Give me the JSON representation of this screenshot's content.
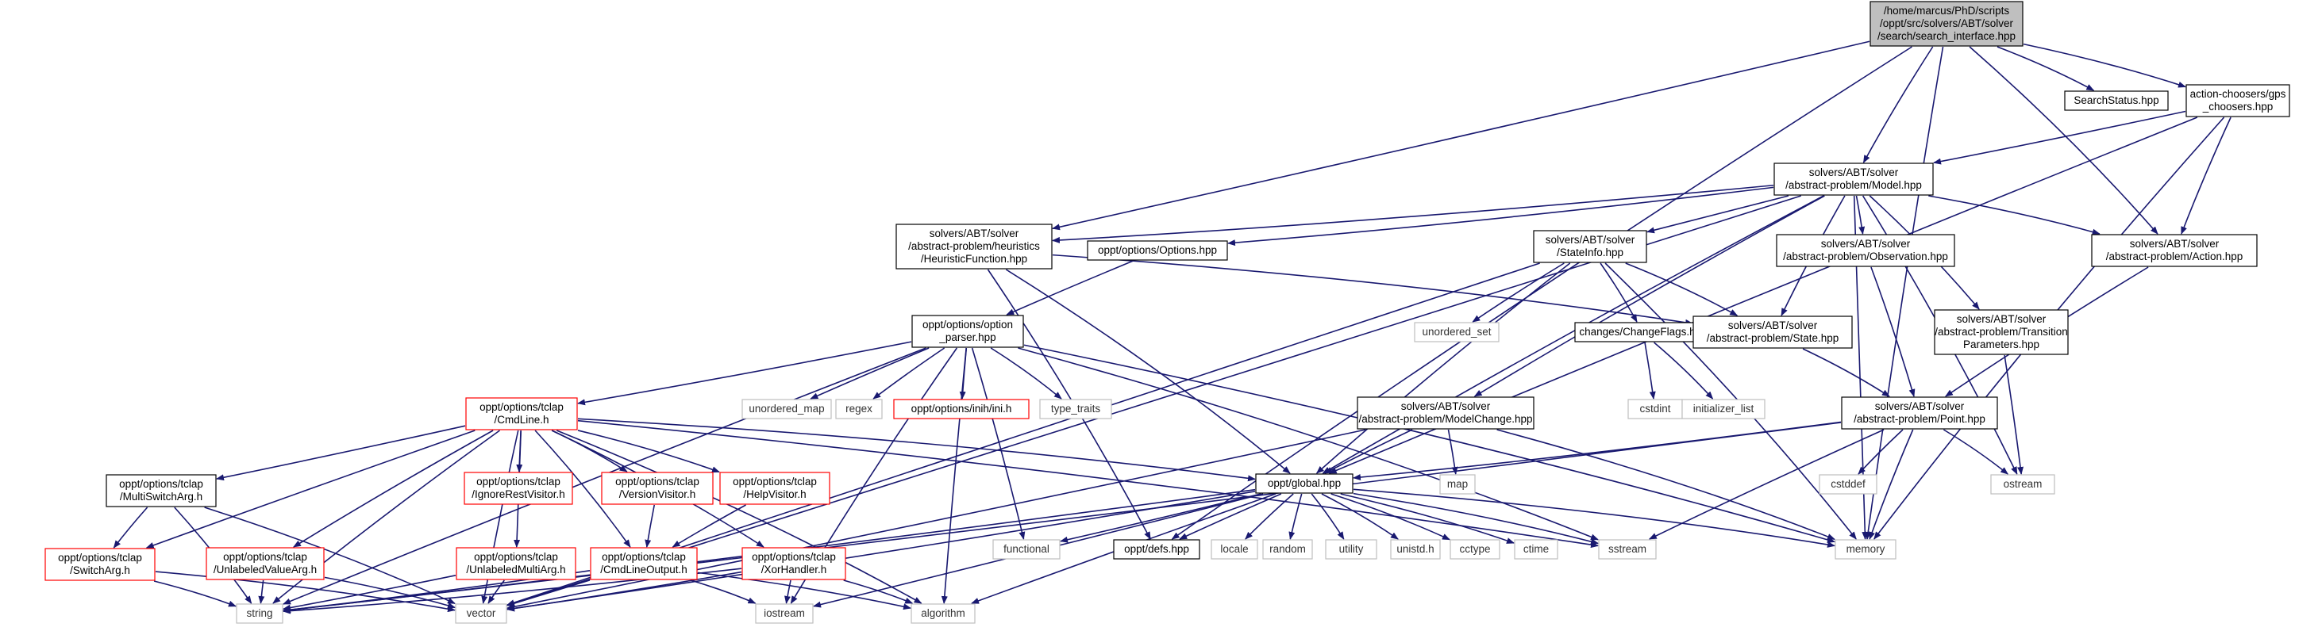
{
  "colors": {
    "edge": "#191970",
    "root_fill": "#bfbfbf",
    "project_border": "#000000",
    "missing_border": "#ff0000",
    "system_border": "#bfbfbf",
    "label_system": "#333333"
  },
  "nodes": [
    {
      "id": "root",
      "kind": "root",
      "lines": [
        "/home/marcus/PhD/scripts",
        "/oppt/src/solvers/ABT/solver",
        "/search/search_interface.hpp"
      ]
    },
    {
      "id": "search_status",
      "kind": "project",
      "lines": [
        "SearchStatus.hpp"
      ]
    },
    {
      "id": "gps_choosers",
      "kind": "project",
      "lines": [
        "action-choosers/gps",
        "_choosers.hpp"
      ]
    },
    {
      "id": "model",
      "kind": "project",
      "lines": [
        "solvers/ABT/solver",
        "/abstract-problem/Model.hpp"
      ]
    },
    {
      "id": "heuristic",
      "kind": "project",
      "lines": [
        "solvers/ABT/solver",
        "/abstract-problem/heuristics",
        "/HeuristicFunction.hpp"
      ]
    },
    {
      "id": "options",
      "kind": "project",
      "lines": [
        "oppt/options/Options.hpp"
      ]
    },
    {
      "id": "stateinfo",
      "kind": "project",
      "lines": [
        "solvers/ABT/solver",
        "/StateInfo.hpp"
      ]
    },
    {
      "id": "observation",
      "kind": "project",
      "lines": [
        "solvers/ABT/solver",
        "/abstract-problem/Observation.hpp"
      ]
    },
    {
      "id": "action",
      "kind": "project",
      "lines": [
        "solvers/ABT/solver",
        "/abstract-problem/Action.hpp"
      ]
    },
    {
      "id": "option_parser",
      "kind": "project",
      "lines": [
        "oppt/options/option",
        "_parser.hpp"
      ]
    },
    {
      "id": "unordered_set",
      "kind": "system",
      "lines": [
        "unordered_set"
      ]
    },
    {
      "id": "changeflags",
      "kind": "project",
      "lines": [
        "changes/ChangeFlags.hpp"
      ]
    },
    {
      "id": "state",
      "kind": "project",
      "lines": [
        "solvers/ABT/solver",
        "/abstract-problem/State.hpp"
      ]
    },
    {
      "id": "transition",
      "kind": "project",
      "lines": [
        "solvers/ABT/solver",
        "/abstract-problem/Transition",
        "Parameters.hpp"
      ]
    },
    {
      "id": "cmdline",
      "kind": "missing",
      "lines": [
        "oppt/options/tclap",
        "/CmdLine.h"
      ]
    },
    {
      "id": "unordered_map",
      "kind": "system",
      "lines": [
        "unordered_map"
      ]
    },
    {
      "id": "regex",
      "kind": "system",
      "lines": [
        "regex"
      ]
    },
    {
      "id": "ini",
      "kind": "missing",
      "lines": [
        "oppt/options/inih/ini.h"
      ]
    },
    {
      "id": "type_traits",
      "kind": "system",
      "lines": [
        "type_traits"
      ]
    },
    {
      "id": "modelchange",
      "kind": "project",
      "lines": [
        "solvers/ABT/solver",
        "/abstract-problem/ModelChange.hpp"
      ]
    },
    {
      "id": "cstdint",
      "kind": "system",
      "lines": [
        "cstdint"
      ]
    },
    {
      "id": "initializer_list",
      "kind": "system",
      "lines": [
        "initializer_list"
      ]
    },
    {
      "id": "point",
      "kind": "project",
      "lines": [
        "solvers/ABT/solver",
        "/abstract-problem/Point.hpp"
      ]
    },
    {
      "id": "multiswitch",
      "kind": "project",
      "lines": [
        "oppt/options/tclap",
        "/MultiSwitchArg.h"
      ]
    },
    {
      "id": "ignorerest",
      "kind": "missing",
      "lines": [
        "oppt/options/tclap",
        "/IgnoreRestVisitor.h"
      ]
    },
    {
      "id": "versionvisitor",
      "kind": "missing",
      "lines": [
        "oppt/options/tclap",
        "/VersionVisitor.h"
      ]
    },
    {
      "id": "helpvisitor",
      "kind": "missing",
      "lines": [
        "oppt/options/tclap",
        "/HelpVisitor.h"
      ]
    },
    {
      "id": "global",
      "kind": "project",
      "lines": [
        "oppt/global.hpp"
      ]
    },
    {
      "id": "map",
      "kind": "system",
      "lines": [
        "map"
      ]
    },
    {
      "id": "cstddef",
      "kind": "system",
      "lines": [
        "cstddef"
      ]
    },
    {
      "id": "ostream",
      "kind": "system",
      "lines": [
        "ostream"
      ]
    },
    {
      "id": "switcharg",
      "kind": "missing",
      "lines": [
        "oppt/options/tclap",
        "/SwitchArg.h"
      ]
    },
    {
      "id": "unlabeledvalue",
      "kind": "missing",
      "lines": [
        "oppt/options/tclap",
        "/UnlabeledValueArg.h"
      ]
    },
    {
      "id": "unlabeledmulti",
      "kind": "missing",
      "lines": [
        "oppt/options/tclap",
        "/UnlabeledMultiArg.h"
      ]
    },
    {
      "id": "cmdlineoutput",
      "kind": "missing",
      "lines": [
        "oppt/options/tclap",
        "/CmdLineOutput.h"
      ]
    },
    {
      "id": "xorhandler",
      "kind": "missing",
      "lines": [
        "oppt/options/tclap",
        "/XorHandler.h"
      ]
    },
    {
      "id": "functional",
      "kind": "system",
      "lines": [
        "functional"
      ]
    },
    {
      "id": "defs",
      "kind": "project",
      "lines": [
        "oppt/defs.hpp"
      ]
    },
    {
      "id": "locale",
      "kind": "system",
      "lines": [
        "locale"
      ]
    },
    {
      "id": "random",
      "kind": "system",
      "lines": [
        "random"
      ]
    },
    {
      "id": "utility",
      "kind": "system",
      "lines": [
        "utility"
      ]
    },
    {
      "id": "unistd",
      "kind": "system",
      "lines": [
        "unistd.h"
      ]
    },
    {
      "id": "cctype",
      "kind": "system",
      "lines": [
        "cctype"
      ]
    },
    {
      "id": "ctime",
      "kind": "system",
      "lines": [
        "ctime"
      ]
    },
    {
      "id": "sstream",
      "kind": "system",
      "lines": [
        "sstream"
      ]
    },
    {
      "id": "memory",
      "kind": "system",
      "lines": [
        "memory"
      ]
    },
    {
      "id": "string",
      "kind": "system",
      "lines": [
        "string"
      ]
    },
    {
      "id": "vector",
      "kind": "system",
      "lines": [
        "vector"
      ]
    },
    {
      "id": "iostream",
      "kind": "system",
      "lines": [
        "iostream"
      ]
    },
    {
      "id": "algorithm",
      "kind": "system",
      "lines": [
        "algorithm"
      ]
    }
  ],
  "edges": [
    [
      "root",
      "search_status"
    ],
    [
      "root",
      "gps_choosers"
    ],
    [
      "root",
      "model"
    ],
    [
      "root",
      "heuristic"
    ],
    [
      "root",
      "action"
    ],
    [
      "root",
      "memory"
    ],
    [
      "root",
      "defs"
    ],
    [
      "gps_choosers",
      "model"
    ],
    [
      "gps_choosers",
      "action"
    ],
    [
      "gps_choosers",
      "global"
    ],
    [
      "gps_choosers",
      "memory"
    ],
    [
      "model",
      "heuristic"
    ],
    [
      "model",
      "options"
    ],
    [
      "model",
      "stateinfo"
    ],
    [
      "model",
      "observation"
    ],
    [
      "model",
      "action"
    ],
    [
      "model",
      "state"
    ],
    [
      "model",
      "transition"
    ],
    [
      "model",
      "modelchange"
    ],
    [
      "model",
      "global"
    ],
    [
      "model",
      "memory"
    ],
    [
      "model",
      "ostream"
    ],
    [
      "model",
      "vector"
    ],
    [
      "heuristic",
      "global"
    ],
    [
      "heuristic",
      "state"
    ],
    [
      "heuristic",
      "defs"
    ],
    [
      "options",
      "option_parser"
    ],
    [
      "stateinfo",
      "unordered_set"
    ],
    [
      "stateinfo",
      "changeflags"
    ],
    [
      "stateinfo",
      "state"
    ],
    [
      "stateinfo",
      "global"
    ],
    [
      "stateinfo",
      "memory"
    ],
    [
      "stateinfo",
      "vector"
    ],
    [
      "observation",
      "point"
    ],
    [
      "action",
      "point"
    ],
    [
      "state",
      "point"
    ],
    [
      "transition",
      "ostream"
    ],
    [
      "option_parser",
      "cmdline"
    ],
    [
      "option_parser",
      "unordered_map"
    ],
    [
      "option_parser",
      "regex"
    ],
    [
      "option_parser",
      "ini"
    ],
    [
      "option_parser",
      "type_traits"
    ],
    [
      "option_parser",
      "string"
    ],
    [
      "option_parser",
      "iostream"
    ],
    [
      "option_parser",
      "algorithm"
    ],
    [
      "option_parser",
      "memory"
    ],
    [
      "option_parser",
      "sstream"
    ],
    [
      "option_parser",
      "functional"
    ],
    [
      "changeflags",
      "cstdint"
    ],
    [
      "changeflags",
      "initializer_list"
    ],
    [
      "modelchange",
      "global"
    ],
    [
      "modelchange",
      "map"
    ],
    [
      "modelchange",
      "vector"
    ],
    [
      "modelchange",
      "memory"
    ],
    [
      "point",
      "global"
    ],
    [
      "point",
      "cstddef"
    ],
    [
      "point",
      "ostream"
    ],
    [
      "point",
      "memory"
    ],
    [
      "point",
      "sstream"
    ],
    [
      "point",
      "string"
    ],
    [
      "cmdline",
      "multiswitch"
    ],
    [
      "cmdline",
      "ignorerest"
    ],
    [
      "cmdline",
      "versionvisitor"
    ],
    [
      "cmdline",
      "helpvisitor"
    ],
    [
      "cmdline",
      "switcharg"
    ],
    [
      "cmdline",
      "unlabeledvalue"
    ],
    [
      "cmdline",
      "unlabeledmulti"
    ],
    [
      "cmdline",
      "cmdlineoutput"
    ],
    [
      "cmdline",
      "xorhandler"
    ],
    [
      "cmdline",
      "global"
    ],
    [
      "cmdline",
      "string"
    ],
    [
      "cmdline",
      "vector"
    ],
    [
      "cmdline",
      "algorithm"
    ],
    [
      "cmdline",
      "sstream"
    ],
    [
      "multiswitch",
      "switcharg"
    ],
    [
      "multiswitch",
      "string"
    ],
    [
      "multiswitch",
      "vector"
    ],
    [
      "versionvisitor",
      "cmdlineoutput"
    ],
    [
      "helpvisitor",
      "cmdlineoutput"
    ],
    [
      "switcharg",
      "string"
    ],
    [
      "switcharg",
      "vector"
    ],
    [
      "unlabeledvalue",
      "string"
    ],
    [
      "unlabeledvalue",
      "vector"
    ],
    [
      "unlabeledmulti",
      "string"
    ],
    [
      "unlabeledmulti",
      "vector"
    ],
    [
      "cmdlineoutput",
      "string"
    ],
    [
      "cmdlineoutput",
      "vector"
    ],
    [
      "cmdlineoutput",
      "iostream"
    ],
    [
      "cmdlineoutput",
      "algorithm"
    ],
    [
      "xorhandler",
      "string"
    ],
    [
      "xorhandler",
      "vector"
    ],
    [
      "xorhandler",
      "iostream"
    ],
    [
      "xorhandler",
      "algorithm"
    ],
    [
      "global",
      "functional"
    ],
    [
      "global",
      "defs"
    ],
    [
      "global",
      "locale"
    ],
    [
      "global",
      "random"
    ],
    [
      "global",
      "utility"
    ],
    [
      "global",
      "unistd"
    ],
    [
      "global",
      "cctype"
    ],
    [
      "global",
      "ctime"
    ],
    [
      "global",
      "sstream"
    ],
    [
      "global",
      "memory"
    ],
    [
      "global",
      "string"
    ],
    [
      "global",
      "vector"
    ],
    [
      "global",
      "iostream"
    ],
    [
      "global",
      "algorithm"
    ]
  ]
}
